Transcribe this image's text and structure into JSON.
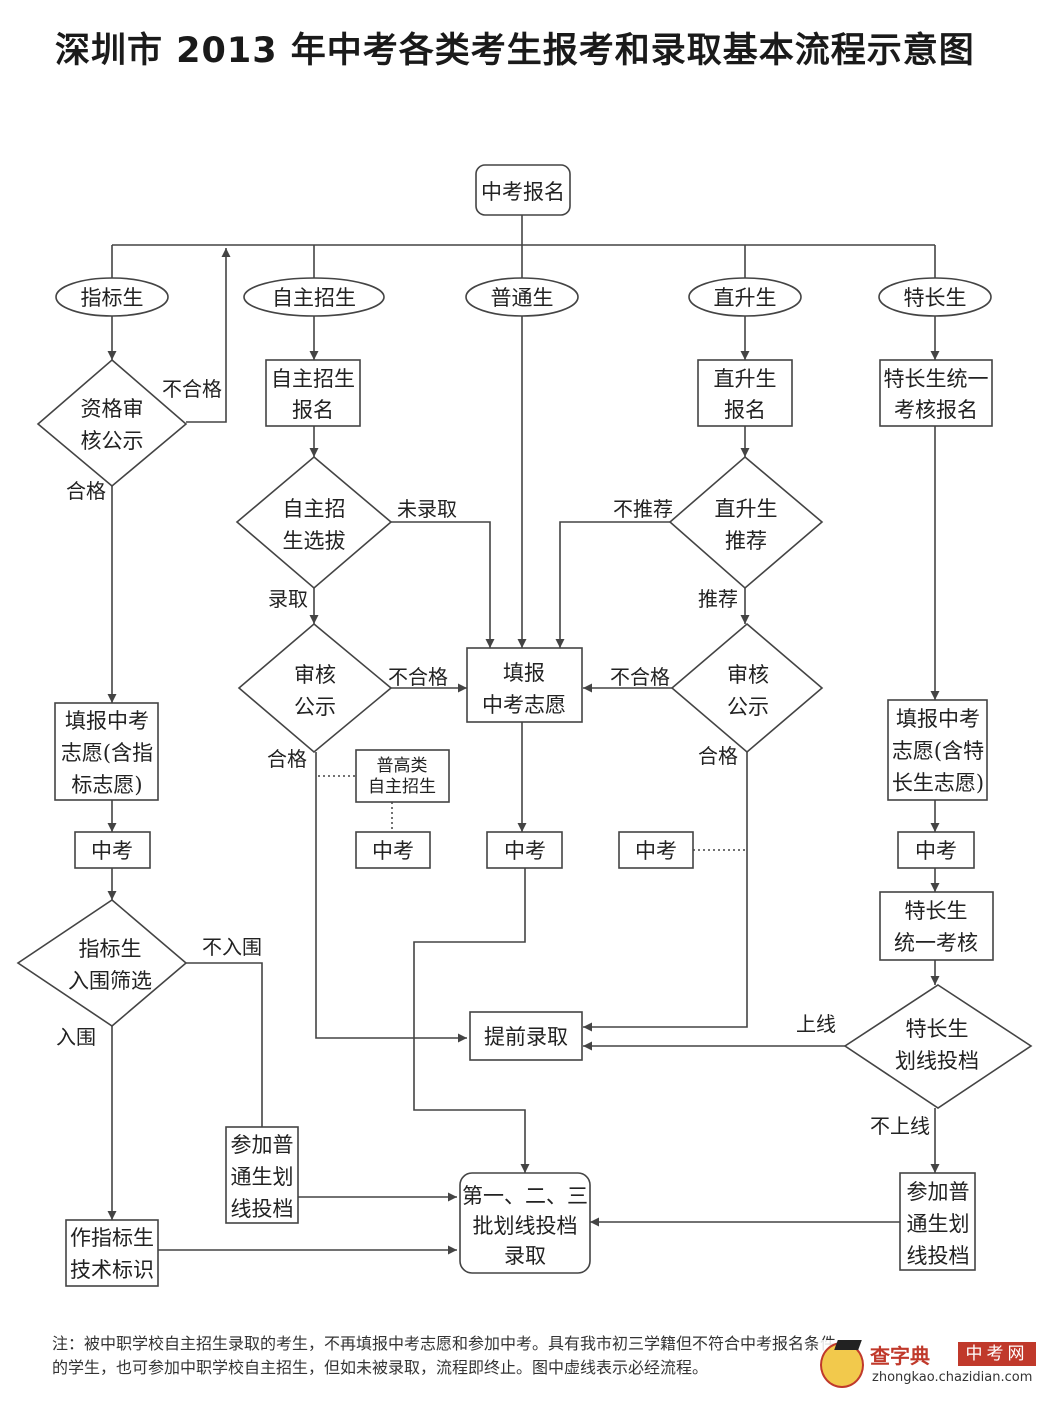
{
  "title": "深圳市 2013 年中考各类考生报考和录取基本流程示意图",
  "nodes": {
    "start": "中考报名",
    "cat_indicator": "指标生",
    "cat_self": "自主招生",
    "cat_regular": "普通生",
    "cat_direct": "直升生",
    "cat_talent": "特长生",
    "qual_review_1": "资格审",
    "qual_review_2": "核公示",
    "self_reg_1": "自主招生",
    "self_reg_2": "报名",
    "direct_reg_1": "直升生",
    "direct_reg_2": "报名",
    "talent_reg_1": "特长生统一",
    "talent_reg_2": "考核报名",
    "self_select_1": "自主招",
    "self_select_2": "生选拔",
    "direct_rec_1": "直升生",
    "direct_rec_2": "推荐",
    "audit_left_1": "审核",
    "audit_left_2": "公示",
    "audit_right_1": "审核",
    "audit_right_2": "公示",
    "fill_center_1": "填报",
    "fill_center_2": "中考志愿",
    "fill_left_1": "填报中考",
    "fill_left_2": "志愿(含指",
    "fill_left_3": "标志愿)",
    "fill_right_1": "填报中考",
    "fill_right_2": "志愿(含特",
    "fill_right_3": "长生志愿)",
    "hs_self_1": "普高类",
    "hs_self_2": "自主招生",
    "exam_left": "中考",
    "exam_hs": "中考",
    "exam_center": "中考",
    "exam_direct": "中考",
    "exam_right": "中考",
    "indicator_screen_1": "指标生",
    "indicator_screen_2": "入围筛选",
    "talent_unified_1": "特长生",
    "talent_unified_2": "统一考核",
    "early_admit": "提前录取",
    "talent_line_1": "特长生",
    "talent_line_2": "划线投档",
    "join_left_1": "参加普",
    "join_left_2": "通生划",
    "join_left_3": "线投档",
    "join_right_1": "参加普",
    "join_right_2": "通生划",
    "join_right_3": "线投档",
    "tech_mark_1": "作指标生",
    "tech_mark_2": "技术标识",
    "batch_1": "第一、二、三",
    "batch_2": "批划线投档",
    "batch_3": "录取"
  },
  "edge_labels": {
    "unqualified_top": "不合格",
    "qualified_left": "合格",
    "not_admitted": "未录取",
    "not_recommended": "不推荐",
    "admitted": "录取",
    "recommended": "推荐",
    "unqualified_left": "不合格",
    "unqualified_right": "不合格",
    "qualified_mid_left": "合格",
    "qualified_mid_right": "合格",
    "not_shortlisted": "不入围",
    "shortlisted": "入围",
    "above_line": "上线",
    "below_line": "不上线"
  },
  "note": {
    "line1": "注：被中职学校自主招生录取的考生，不再填报中考志愿和参加中考。具有我市初三学籍但不符合中考报名条件",
    "line2": "的学生，也可参加中职学校自主招生，但如未被录取，流程即终止。图中虚线表示必经流程。"
  },
  "watermark": {
    "brand": "查字典",
    "tag": "中考网",
    "url": "zhongkao.chazidian.com"
  },
  "colors": {
    "line": "#444444",
    "text": "#222222",
    "brand": "#c0392b"
  }
}
